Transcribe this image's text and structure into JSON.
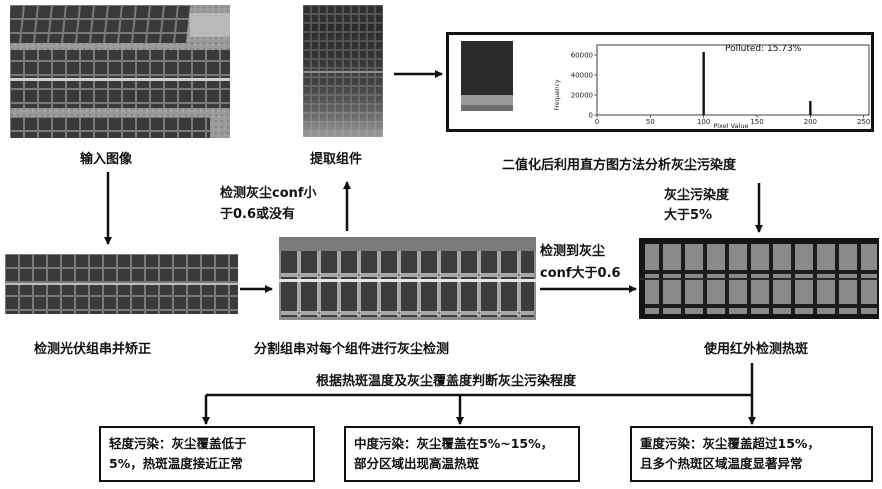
{
  "labels": {
    "input_image": "输入图像",
    "extract_component": "提取组件",
    "binarize_analysis": "二值化后利用直方图方法分析灰尘污染度",
    "detect_correct": "检测光伏组串并矫正",
    "segment_detect": "分割组串对每个组件进行灰尘检测",
    "infrared": "使用红外检测热斑",
    "judge": "根据热斑温度及灰尘覆盖度判断灰尘污染程度"
  },
  "edges": {
    "conf_low_line1": "检测灰尘conf小",
    "conf_low_line2": "于0.6或没有",
    "dust_pollution_line1": "灰尘污染度",
    "dust_pollution_line2": "大于5%",
    "conf_high_line1": "检测到灰尘",
    "conf_high_line2": "conf大于0.6"
  },
  "outcomes": [
    {
      "line1": "轻度污染：灰尘覆盖低于",
      "line2": "5%，热斑温度接近正常"
    },
    {
      "line1": "中度污染：灰尘覆盖在5%~15%，",
      "line2": "部分区域出现高温热斑"
    },
    {
      "line1": "重度污染：灰尘覆盖超过15%，",
      "line2": "且多个热斑区域温度显著异常"
    }
  ],
  "chart_data": {
    "type": "bar",
    "annotation": "Polluted: 15.73%",
    "xlabel": "Pixel Value",
    "ylabel": "Frequency",
    "xlim": [
      0,
      255
    ],
    "ylim": [
      0,
      70000
    ],
    "x_ticks": [
      0,
      50,
      100,
      150,
      200,
      250
    ],
    "y_ticks": [
      0,
      20000,
      40000,
      60000
    ],
    "bars": [
      {
        "x": 100,
        "value": 63000
      },
      {
        "x": 200,
        "value": 14000
      }
    ]
  }
}
